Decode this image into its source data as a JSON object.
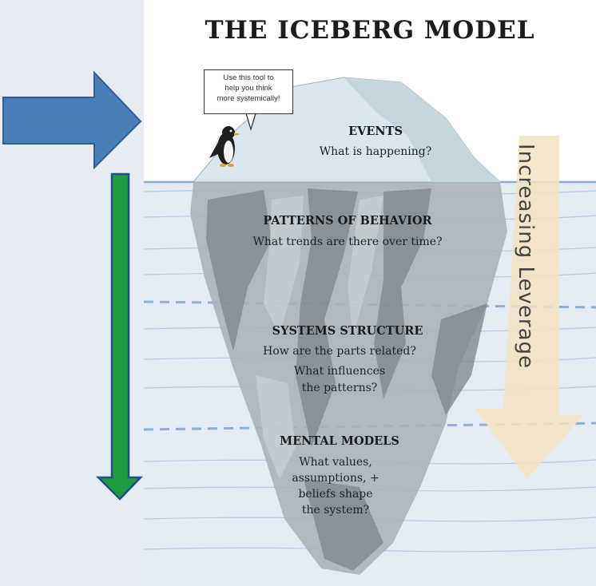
{
  "title": "THE ICEBERG MODEL",
  "speech_bubble": [
    "Use this tool to",
    "help you think",
    "more systemically!"
  ],
  "side_arrow_label": "Increasing Leverage",
  "levels": [
    {
      "heading": "EVENTS",
      "question": [
        "What is happening?"
      ]
    },
    {
      "heading": "PATTERNS OF BEHAVIOR",
      "question": [
        "What trends are there over time?"
      ]
    },
    {
      "heading": "SYSTEMS STRUCTURE",
      "question": [
        "How are the parts related?",
        "What influences",
        "the patterns?"
      ]
    },
    {
      "heading": "MENTAL MODELS",
      "question": [
        "What values,",
        "assumptions, +",
        "beliefs shape",
        "the system?"
      ]
    }
  ],
  "colors": {
    "right_arrow": "#4a7ebb",
    "down_arrow": "#1f9c3e",
    "water": "#e4ebf3",
    "leverage_arrow": "#f3e3c2"
  },
  "icons": [
    "penguin-icon",
    "right-arrow-icon",
    "down-arrow-icon"
  ]
}
